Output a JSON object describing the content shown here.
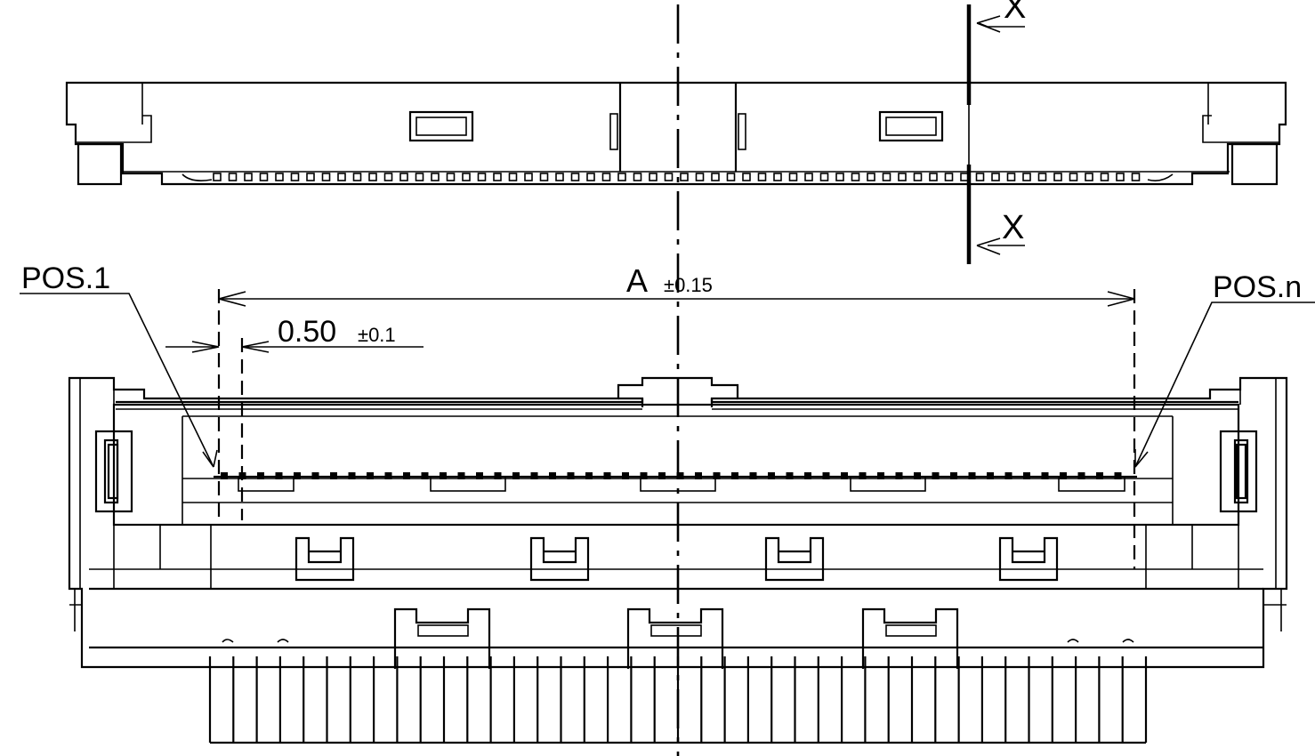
{
  "labels": {
    "section_top": "X",
    "section_bottom": "X",
    "pos_first": "POS.1",
    "pos_last": "POS.n",
    "dim_a": "A",
    "dim_a_tol": "±0.15",
    "dim_pitch": "0.50",
    "dim_pitch_tol": "±0.1"
  }
}
